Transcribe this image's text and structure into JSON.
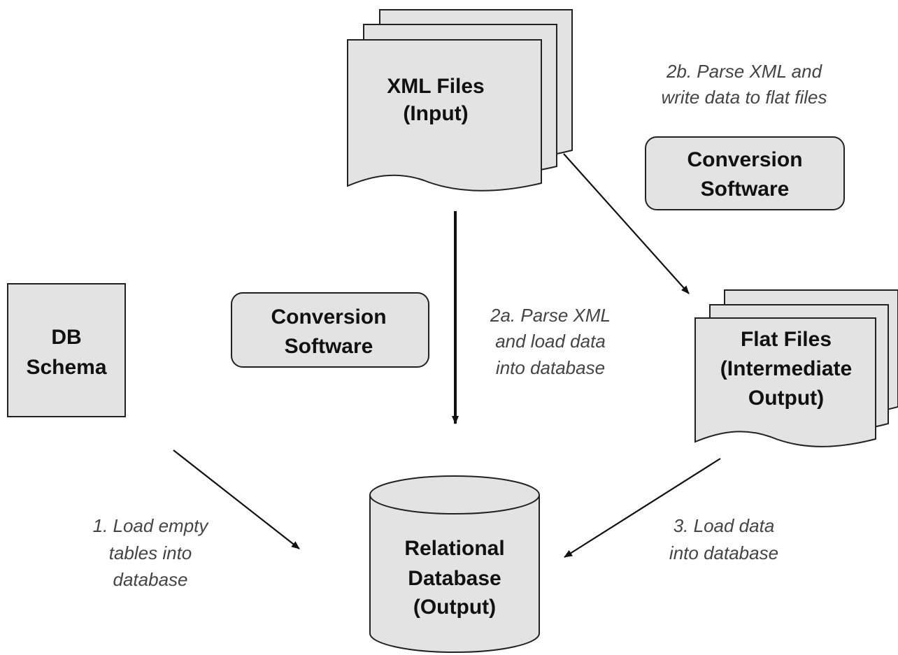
{
  "xml_files": {
    "line1": "XML Files",
    "line2": "(Input)"
  },
  "conversion_top": {
    "line1": "Conversion",
    "line2": "Software"
  },
  "conversion_mid": {
    "line1": "Conversion",
    "line2": "Software"
  },
  "db_schema": {
    "line1": "DB",
    "line2": "Schema"
  },
  "flat_files": {
    "line1": "Flat Files",
    "line2": "(Intermediate",
    "line3": "Output)"
  },
  "database": {
    "line1": "Relational",
    "line2": "Database",
    "line3": "(Output)"
  },
  "notes": {
    "step_2b": {
      "line1": "2b. Parse XML and",
      "line2": "write data to flat files"
    },
    "step_2a": {
      "line1": "2a. Parse XML",
      "line2": "and load data",
      "line3": "into database"
    },
    "step_1": {
      "line1": "1. Load empty",
      "line2": "tables into",
      "line3": "database"
    },
    "step_3": {
      "line1": "3. Load data",
      "line2": "into database"
    }
  },
  "colors": {
    "shape_fill": "#e3e3e3",
    "outline": "#222222",
    "note_text": "#444444"
  }
}
